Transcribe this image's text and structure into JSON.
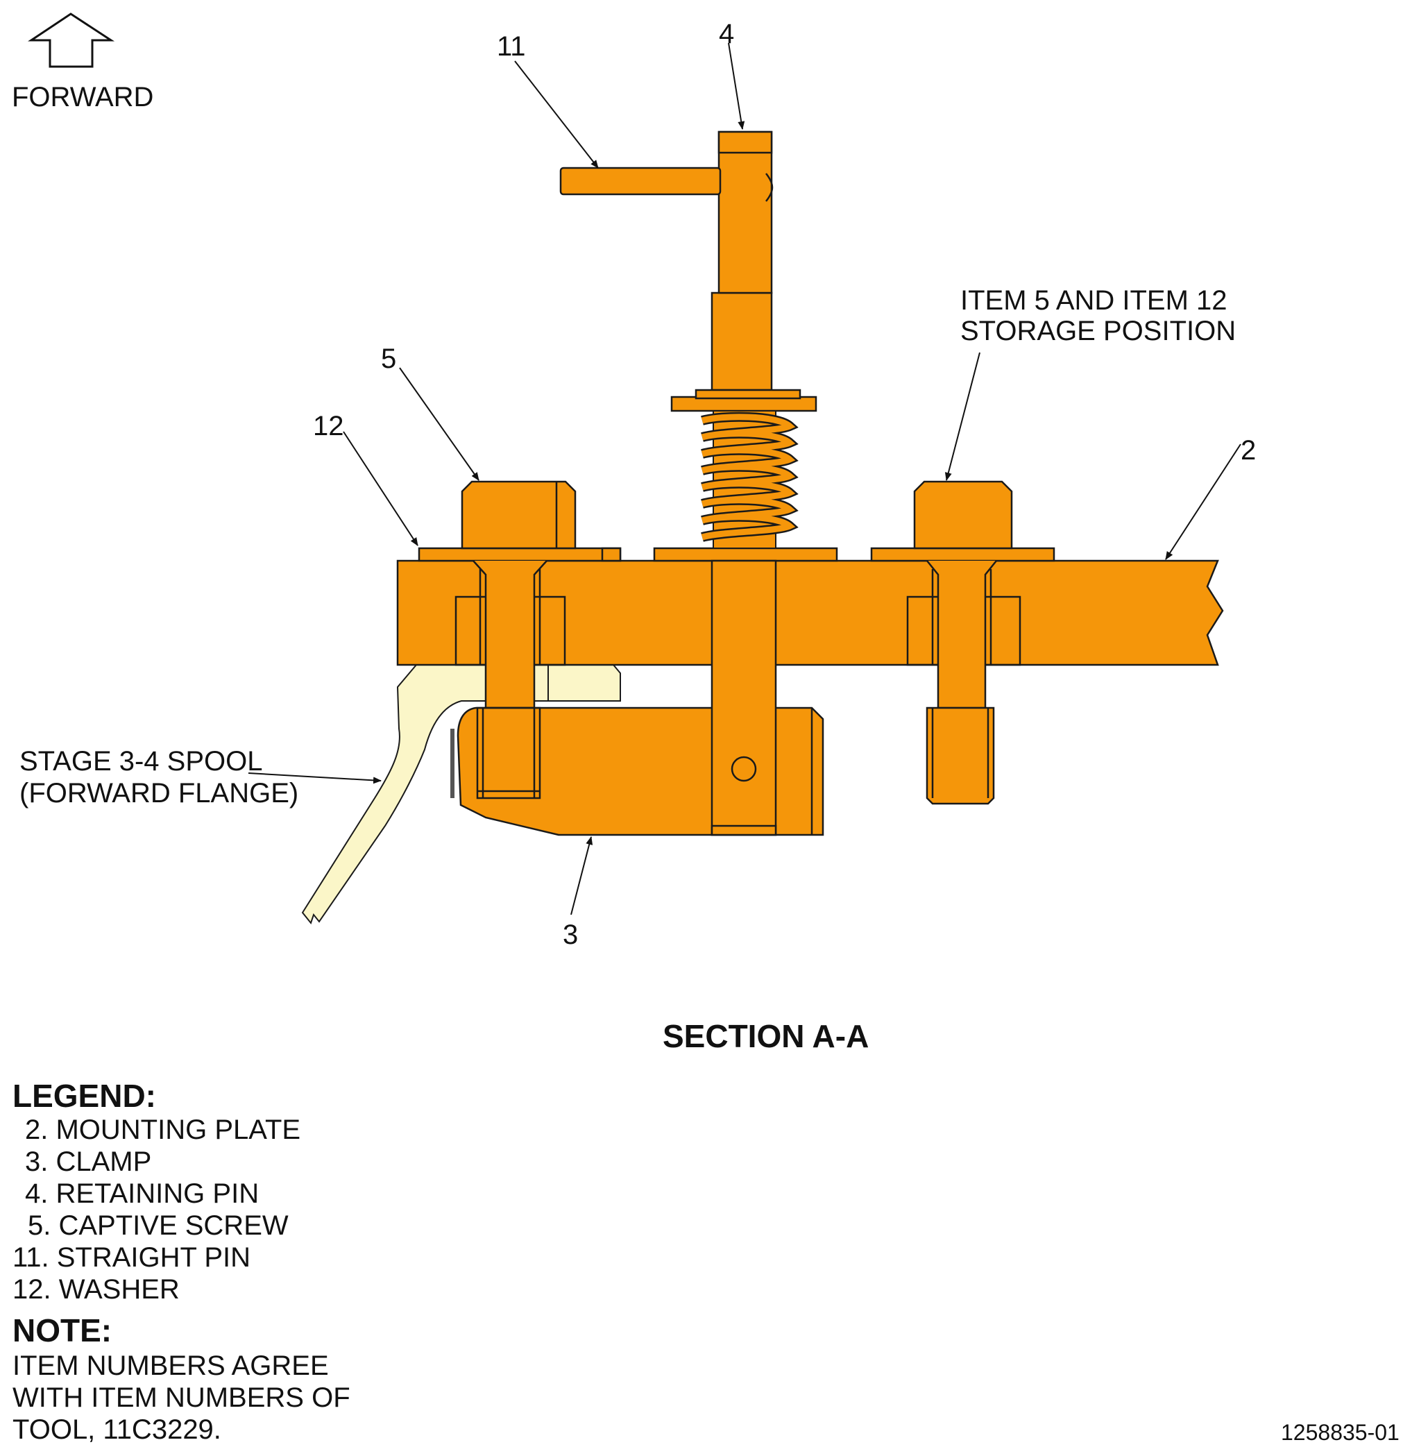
{
  "orientation": {
    "arrow_label": "FORWARD",
    "icon": "forward-arrow-icon"
  },
  "callouts": {
    "c11": "11",
    "c4": "4",
    "c5": "5",
    "c12": "12",
    "c2": "2",
    "c3": "3",
    "storage_line1": "ITEM 5 AND ITEM 12",
    "storage_line2": "STORAGE POSITION",
    "spool_line1": "STAGE 3-4 SPOOL",
    "spool_line2": "(FORWARD FLANGE)"
  },
  "section_title": "SECTION A-A",
  "legend": {
    "title": "LEGEND:",
    "items": [
      "2. MOUNTING PLATE",
      "3. CLAMP",
      "4. RETAINING PIN",
      "5. CAPTIVE SCREW",
      "11. STRAIGHT PIN",
      "12. WASHER"
    ]
  },
  "note": {
    "title": "NOTE:",
    "lines": [
      "ITEM NUMBERS AGREE",
      "WITH ITEM NUMBERS OF",
      "TOOL, 11C3229."
    ]
  },
  "drawing_number": "1258835-01",
  "colors": {
    "part": "#F5960A",
    "spool": "#FBF6C8",
    "outline": "#1a1a1a"
  }
}
